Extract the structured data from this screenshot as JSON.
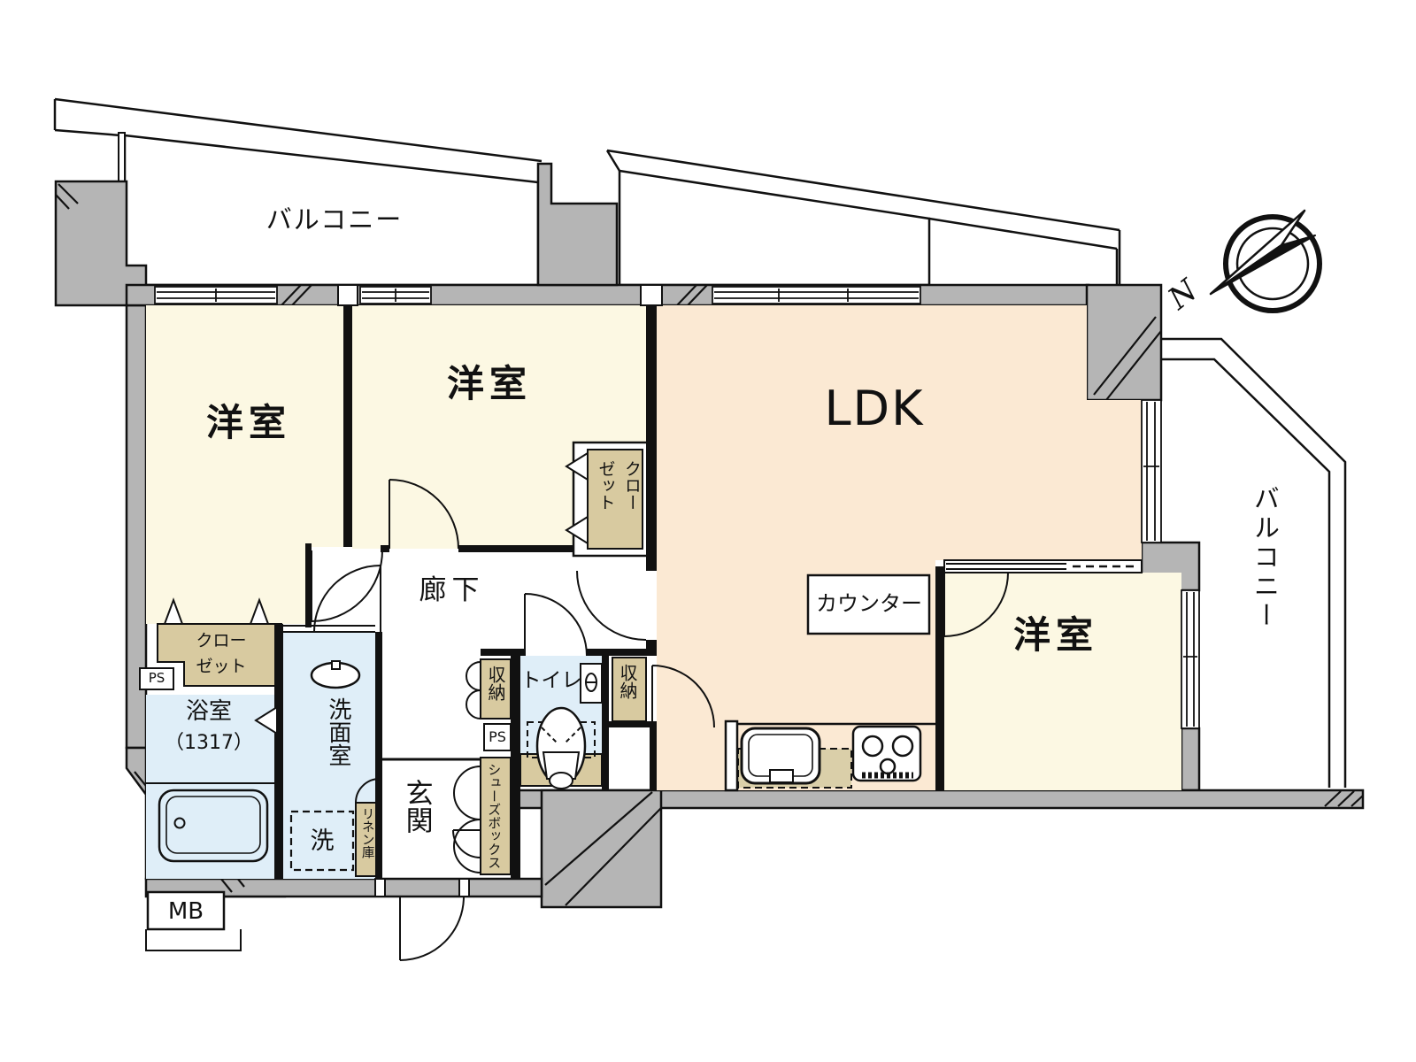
{
  "floor_plan": {
    "rooms": {
      "balcony_top": "バルコニー",
      "balcony_right": "バルコニー",
      "bedroom1": "洋室",
      "bedroom2": "洋室",
      "bedroom3": "洋室",
      "ldk": "LDK",
      "corridor": "廊下",
      "entrance": "玄関",
      "bathroom": "浴室",
      "bathroom_size": "（1317）",
      "washroom": "洗面室",
      "toilet": "トイレ"
    },
    "fixtures": {
      "closet_front_line1": "クロー",
      "closet_front_line2": "ゼット",
      "closet_side": "クローゼット",
      "counter": "カウンター",
      "washer": "洗",
      "linen": "リネン庫",
      "shoe_box": "シューズボックス",
      "storage_left": "収納",
      "storage_right": "収納",
      "pipe_space_1": "PS",
      "pipe_space_2": "PS",
      "meter_box": "MB"
    },
    "compass": {
      "north": "N"
    },
    "colors": {
      "wall_fill": "#b5b5b5",
      "line": "#111111",
      "room_cream": "#fcf8e3",
      "ldk_peach": "#fbe9d3",
      "wet_blue": "#dfeef8",
      "fixture_tan": "#d8caa0",
      "counter_khaki": "#dacfa9"
    }
  }
}
